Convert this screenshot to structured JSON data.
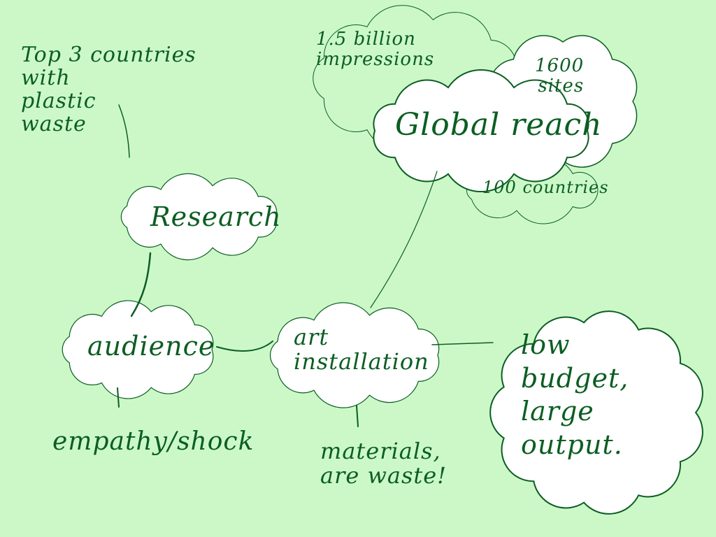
{
  "colors": {
    "background": "#ccf8c8",
    "ink": "#0b5e22",
    "cloud_fill": "#ffffff"
  },
  "nodes": {
    "top_countries": "Top 3 countries\nwith\nplastic\nwaste",
    "research": "Research",
    "audience": "audience",
    "empathy": "empathy/shock",
    "art_installation": "art\ninstallation",
    "materials": "materials,\nare waste!",
    "low_budget": "low\nbudget,\nlarge\noutput.",
    "global_reach": "Global reach",
    "impressions": "1.5 billion\nimpressions",
    "sites": "1600\nsites",
    "countries": "100 countries"
  }
}
